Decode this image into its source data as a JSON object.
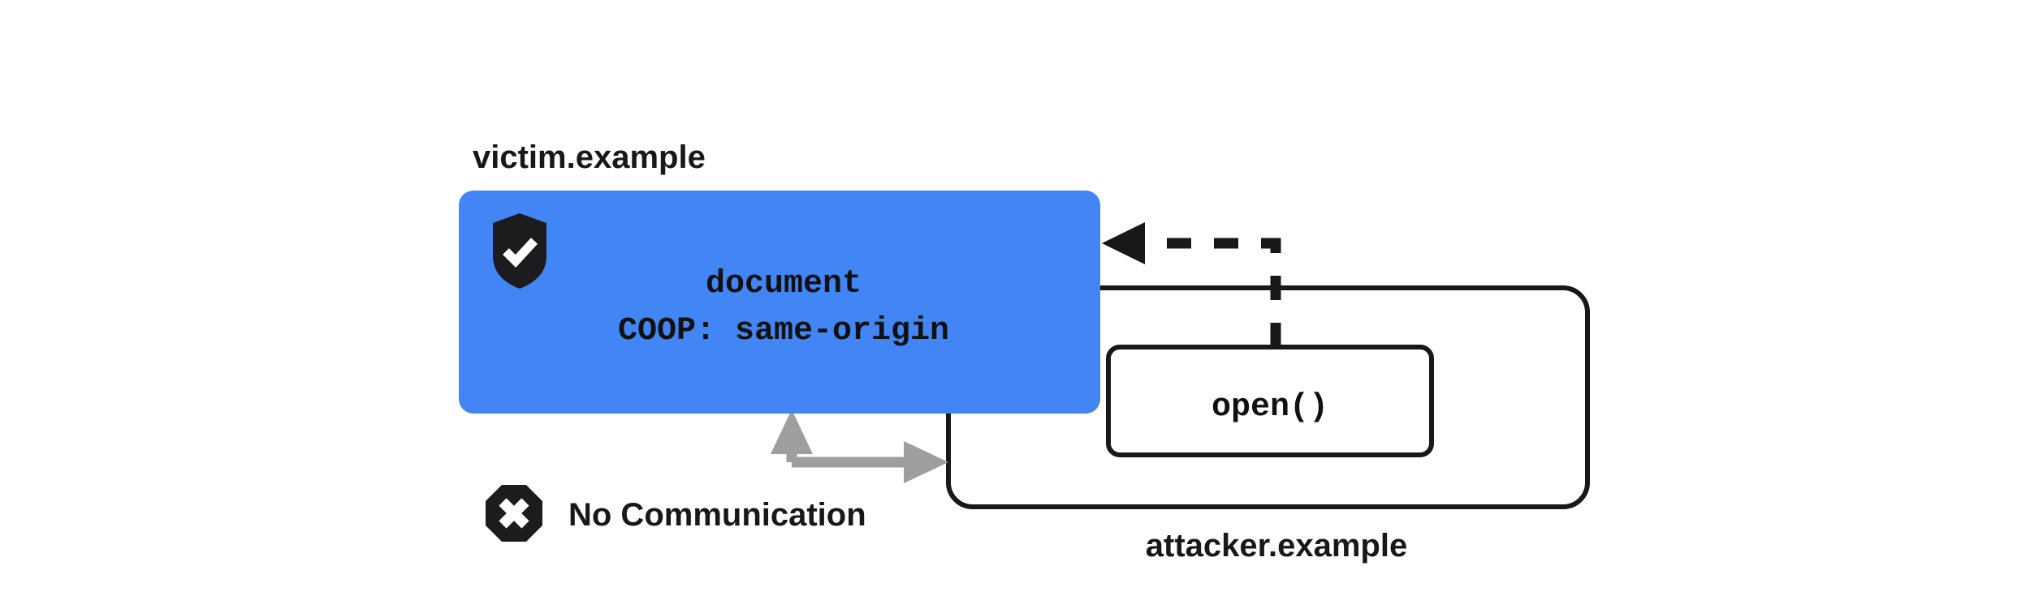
{
  "diagram": {
    "title_victim": "victim.example",
    "title_attacker": "attacker.example",
    "victim_box": {
      "line1": "document",
      "line2": "COOP: same-origin",
      "fill": "#4285F4",
      "shield_icon": "shield-check-icon"
    },
    "attacker_box": {
      "open_label": "open()",
      "stroke": "#18181b"
    },
    "no_communication": {
      "label": "No Communication",
      "icon": "octagon-x-icon",
      "arrow_color": "#9e9e9e"
    },
    "open_arrow": {
      "style": "dashed",
      "color": "#18181b"
    }
  }
}
